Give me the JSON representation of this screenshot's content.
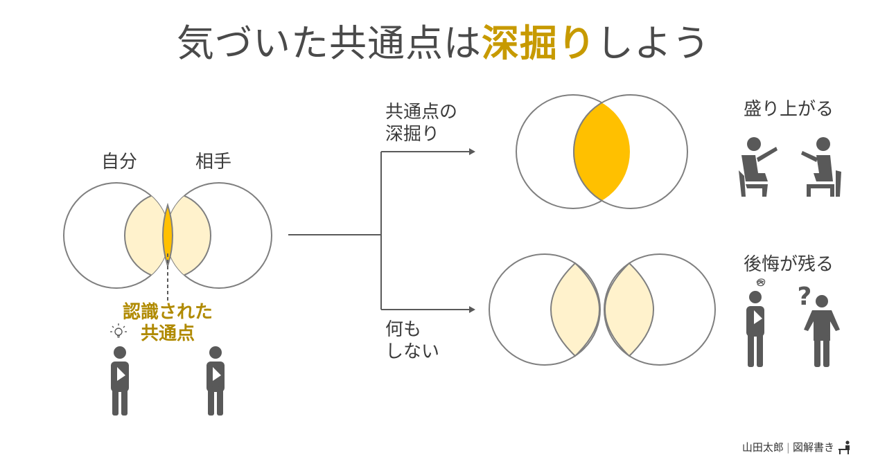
{
  "title": {
    "prefix": "気づいた共通点は",
    "highlight": "深掘り",
    "suffix": "しよう"
  },
  "left": {
    "self_label": "自分",
    "partner_label": "相手",
    "recognized_line1": "認識された",
    "recognized_line2": "共通点"
  },
  "branch_top": {
    "line1": "共通点の",
    "line2": "深掘り",
    "result": "盛り上がる"
  },
  "branch_bottom": {
    "line1": "何も",
    "line2": "しない",
    "result": "後悔が残る"
  },
  "credit": {
    "author": "山田太郎",
    "brand": "図解書き"
  },
  "colors": {
    "accent": "#FFC000",
    "accent_pale": "#FFF2CC",
    "title_highlight": "#C79A00",
    "label_highlight": "#B08A00",
    "outline": "#7F7F7F",
    "figure": "#595959"
  },
  "icons": [
    "lightbulb-icon",
    "question-mark-icon",
    "frustration-scribble-icon",
    "person-icon",
    "seated-person-icon"
  ]
}
